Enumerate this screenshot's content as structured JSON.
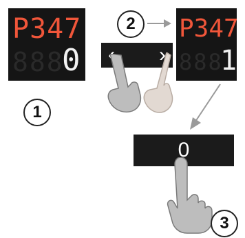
{
  "step_labels": {
    "step1": "1",
    "step2": "2",
    "step3": "3"
  },
  "display_left": {
    "param_code": "P347",
    "value_digits_dim": "888",
    "value_current": "0"
  },
  "display_right": {
    "param_code": "P347",
    "value_digits_dim": "888",
    "value_current": "1"
  },
  "nav_bar": {
    "left_arrow": "‹",
    "right_arrow": "›"
  },
  "confirm_bar": {
    "value": "0"
  },
  "colors": {
    "segment_red": "#f0563a",
    "segment_white": "#f2f2f2",
    "display_bg": "#151515",
    "arrow_gray": "#9a9a9a"
  }
}
